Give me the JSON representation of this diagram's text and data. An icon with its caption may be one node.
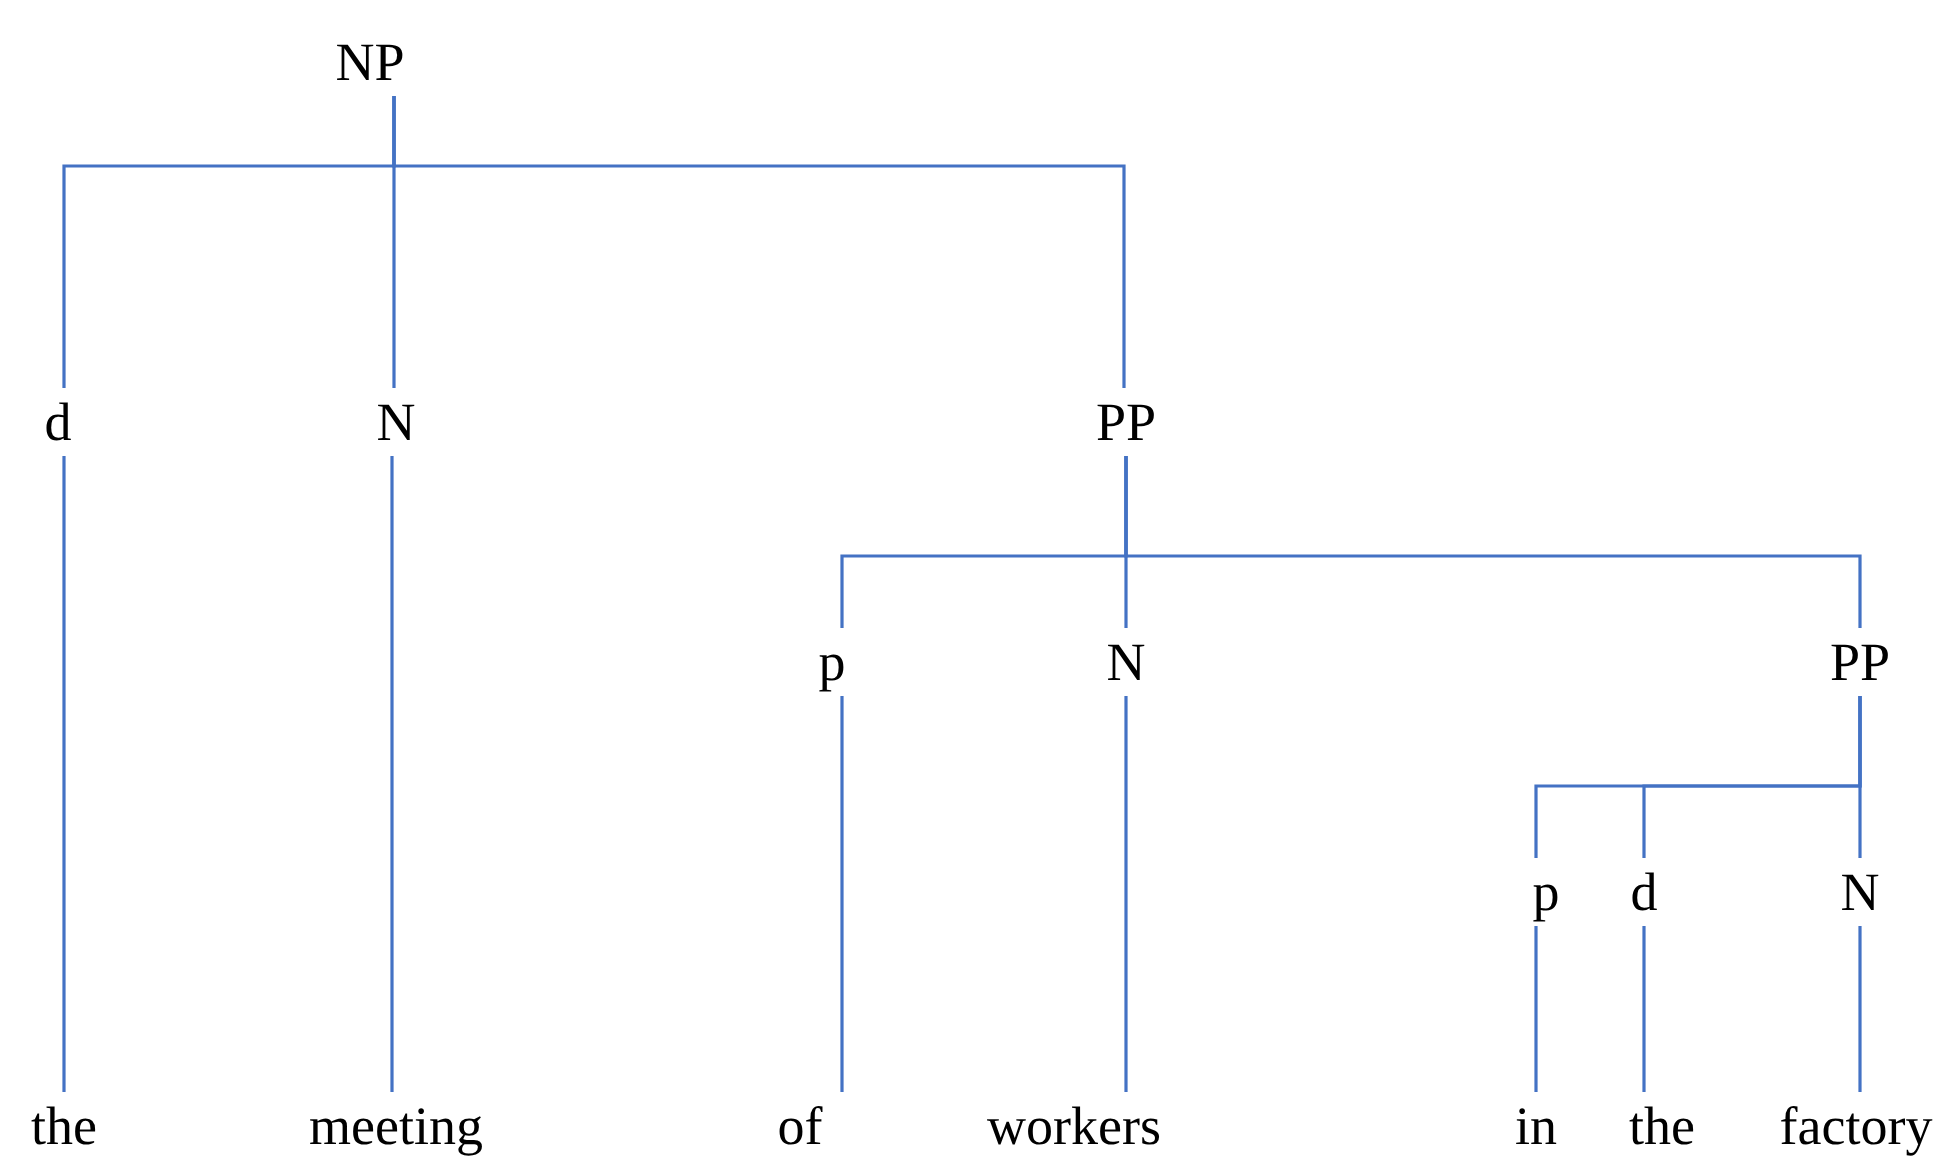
{
  "diagram": {
    "nodes": [
      {
        "text": [
          "NP"
        ]
      },
      {
        "text": [
          "d"
        ]
      },
      {
        "text": [
          "N"
        ]
      },
      {
        "text": [
          "PP"
        ]
      },
      {
        "text": [
          "p"
        ]
      },
      {
        "text": [
          "N"
        ]
      },
      {
        "text": [
          "PP"
        ]
      },
      {
        "text": [
          "p"
        ]
      },
      {
        "text": [
          "d"
        ]
      },
      {
        "text": [
          "N"
        ]
      },
      {
        "text": [
          "the"
        ]
      },
      {
        "text": [
          "meeting"
        ]
      },
      {
        "text": [
          "of"
        ]
      },
      {
        "text": [
          "workers"
        ]
      },
      {
        "text": [
          "in"
        ]
      },
      {
        "text": [
          "the"
        ]
      },
      {
        "text": [
          "factory"
        ]
      }
    ],
    "edges": [
      {
        "from": 0,
        "to": 1,
        "arrow": "none"
      },
      {
        "from": 0,
        "to": 2,
        "arrow": "none"
      },
      {
        "from": 0,
        "to": 3,
        "arrow": "none"
      },
      {
        "from": 3,
        "to": 4,
        "arrow": "none"
      },
      {
        "from": 3,
        "to": 5,
        "arrow": "none"
      },
      {
        "from": 3,
        "to": 6,
        "arrow": "none"
      },
      {
        "from": 6,
        "to": 7,
        "arrow": "none"
      },
      {
        "from": 6,
        "to": 8,
        "arrow": "none"
      },
      {
        "from": 6,
        "to": 9,
        "arrow": "none"
      },
      {
        "from": 1,
        "to": 10,
        "arrow": "none"
      },
      {
        "from": 2,
        "to": 11,
        "arrow": "none"
      },
      {
        "from": 4,
        "to": 12,
        "arrow": "none"
      },
      {
        "from": 5,
        "to": 13,
        "arrow": "none"
      },
      {
        "from": 7,
        "to": 14,
        "arrow": "none"
      },
      {
        "from": 8,
        "to": 15,
        "arrow": "none"
      },
      {
        "from": 9,
        "to": 16,
        "arrow": "none"
      }
    ]
  }
}
